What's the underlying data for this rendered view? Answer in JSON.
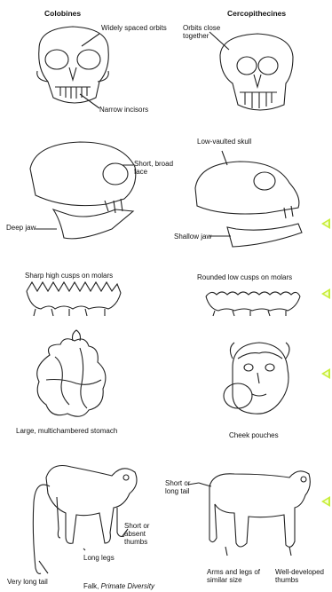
{
  "headers": {
    "left": "Colobines",
    "right": "Cercopithecines"
  },
  "skull_front": {
    "left_label": "Widely spaced orbits",
    "left_label_2": "Narrow incisors",
    "right_label": "Orbits close together"
  },
  "skull_side": {
    "face_label": "Short, broad face",
    "deep_jaw": "Deep jaw",
    "low_skull": "Low-vaulted skull",
    "shallow_jaw": "Shallow jaw"
  },
  "molars": {
    "left": "Sharp high cusps on molars",
    "right": "Rounded low cusps on molars"
  },
  "soft": {
    "stomach": "Large, multichambered stomach",
    "pouches": "Cheek pouches"
  },
  "body": {
    "tail_left": "Very long tail",
    "legs": "Long legs",
    "thumbs_left": "Short or absent thumbs",
    "tail_right": "Short or long tail",
    "limbs": "Arms and legs of similar size",
    "thumbs_right": "Well-developed thumbs"
  },
  "credit": {
    "author": "Falk,",
    "title": "Primate Diversity"
  },
  "markers": 4
}
